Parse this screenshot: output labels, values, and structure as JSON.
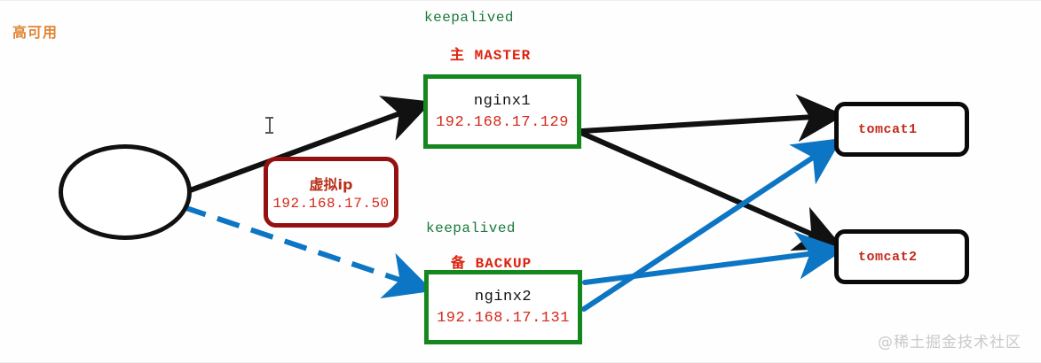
{
  "diagram": {
    "title": "高可用",
    "watermark": "@稀土掘金技术社区",
    "colors": {
      "title": "#e08636",
      "keepalived": "#1a7a3c",
      "role": "#dd2211",
      "nginx_border": "#15871f",
      "vip_border": "#951111",
      "vip_text": "#b7301a",
      "ip_text": "#d3281a",
      "tomcat_border": "#0a0a0a",
      "tomcat_text": "#c22a1c",
      "arrow_black": "#111111",
      "arrow_blue": "#0d76c4",
      "watermark": "#c9c9c9"
    }
  },
  "client": {
    "name": "client-ellipse",
    "label": ""
  },
  "vip": {
    "title": "虚拟ip",
    "address": "192.168.17.50"
  },
  "master": {
    "keepalived_label": "keepalived",
    "role_label": "主 MASTER",
    "node_name": "nginx1",
    "address": "192.168.17.129"
  },
  "backup": {
    "keepalived_label": "keepalived",
    "role_label": "备 BACKUP",
    "node_name": "nginx2",
    "address": "192.168.17.131"
  },
  "backends": [
    {
      "name": "tomcat1"
    },
    {
      "name": "tomcat2"
    }
  ],
  "edges": [
    {
      "id": "client-to-nginx1",
      "style": "solid",
      "color": "#111111",
      "from": "client-ellipse",
      "to": "nginx1"
    },
    {
      "id": "client-to-nginx2",
      "style": "dashed",
      "color": "#0d76c4",
      "from": "client-ellipse",
      "to": "nginx2"
    },
    {
      "id": "nginx1-to-tomcat1",
      "style": "solid",
      "color": "#111111",
      "from": "nginx1",
      "to": "tomcat1"
    },
    {
      "id": "nginx1-to-tomcat2",
      "style": "solid",
      "color": "#111111",
      "from": "nginx1",
      "to": "tomcat2"
    },
    {
      "id": "nginx2-to-tomcat1",
      "style": "solid",
      "color": "#0d76c4",
      "from": "nginx2",
      "to": "tomcat1"
    },
    {
      "id": "nginx2-to-tomcat2",
      "style": "solid",
      "color": "#0d76c4",
      "from": "nginx2",
      "to": "tomcat2"
    }
  ]
}
